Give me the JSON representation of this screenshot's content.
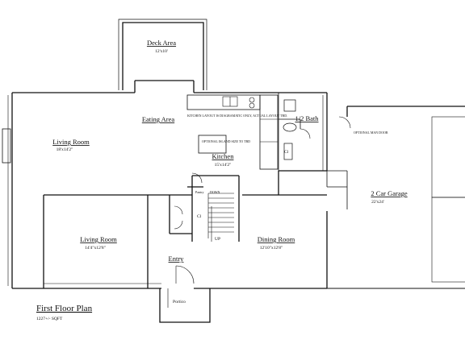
{
  "plan": {
    "title": "First Floor Plan",
    "area": "1227+/- SQFT"
  },
  "rooms": {
    "deck": {
      "name": "Deck Area",
      "dim": "12'x10'"
    },
    "eating": {
      "name": "Eating Area"
    },
    "kitchen_note": "KITCHEN LAYOUT IS DIAGRAMATIC ONLY, ACTUAL LAYOUT TBD.",
    "family": {
      "name": "Living Room",
      "dim": "18'x14'2\""
    },
    "island": "OPTIONAL ISLAND SIZE TO TBD",
    "kitchen": {
      "name": "Kitchen",
      "dim": "15'x14'2\""
    },
    "bath": {
      "name": "1/2 Bath"
    },
    "door_note": "OPTIONAL MAN DOOR",
    "garage": {
      "name": "2 Car Garage",
      "dim": "22'x24'"
    },
    "pantry": "Pantry",
    "down": "DOWN",
    "cl1": "Cl",
    "cl2": "Cl",
    "living": {
      "name": "Living Room",
      "dim": "14'4\"x12'8\""
    },
    "up": "UP",
    "dining": {
      "name": "Dining Room",
      "dim": "12'10\"x12'8\""
    },
    "entry": "Entry",
    "portico": "Portico"
  }
}
